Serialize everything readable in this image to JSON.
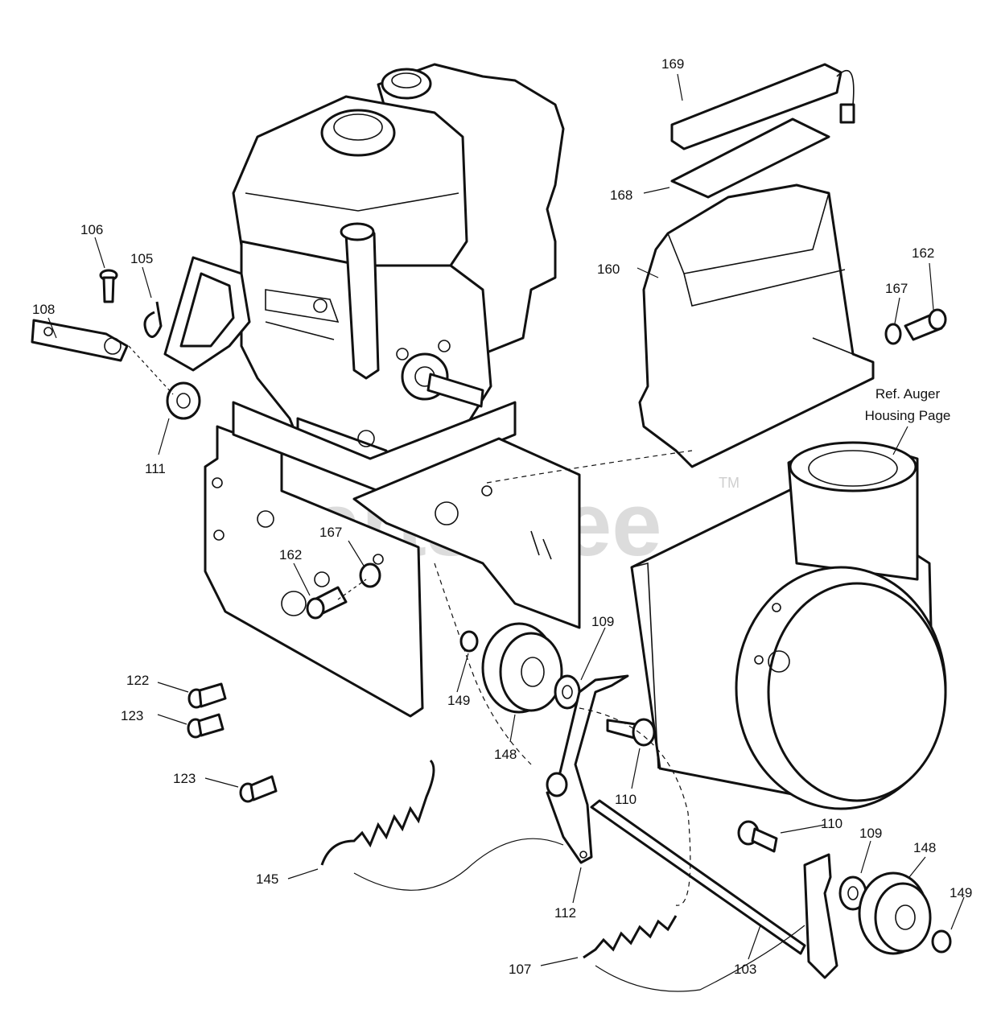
{
  "watermark": {
    "text": "PartsTree",
    "trademark": "TM"
  },
  "reference_note": {
    "line1": "Ref. Auger",
    "line2": "Housing Page"
  },
  "callouts": [
    {
      "id": "c169",
      "text": "169"
    },
    {
      "id": "c168",
      "text": "168"
    },
    {
      "id": "c160",
      "text": "160"
    },
    {
      "id": "c162a",
      "text": "162"
    },
    {
      "id": "c167a",
      "text": "167"
    },
    {
      "id": "c106",
      "text": "106"
    },
    {
      "id": "c105",
      "text": "105"
    },
    {
      "id": "c108",
      "text": "108"
    },
    {
      "id": "c111",
      "text": "111"
    },
    {
      "id": "c167b",
      "text": "167"
    },
    {
      "id": "c162b",
      "text": "162"
    },
    {
      "id": "c109a",
      "text": "109"
    },
    {
      "id": "c122",
      "text": "122"
    },
    {
      "id": "c123a",
      "text": "123"
    },
    {
      "id": "c149a",
      "text": "149"
    },
    {
      "id": "c148a",
      "text": "148"
    },
    {
      "id": "c123b",
      "text": "123"
    },
    {
      "id": "c110a",
      "text": "110"
    },
    {
      "id": "c110b",
      "text": "110"
    },
    {
      "id": "c109b",
      "text": "109"
    },
    {
      "id": "c148b",
      "text": "148"
    },
    {
      "id": "c145",
      "text": "145"
    },
    {
      "id": "c112",
      "text": "112"
    },
    {
      "id": "c149b",
      "text": "149"
    },
    {
      "id": "c107",
      "text": "107"
    },
    {
      "id": "c103",
      "text": "103"
    }
  ]
}
